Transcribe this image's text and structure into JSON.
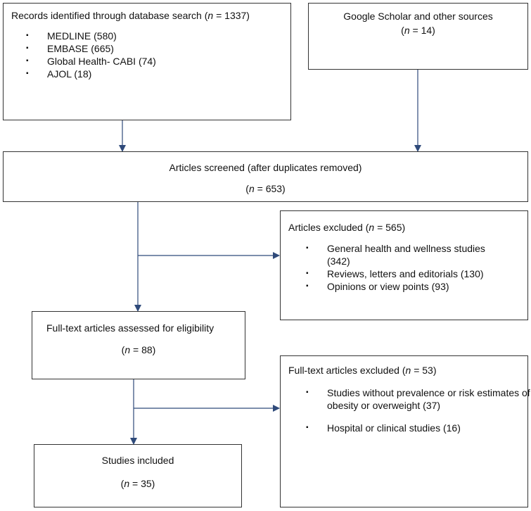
{
  "records_box": {
    "title_prefix": "Records identified through database search (",
    "n_symbol": "n",
    "title_suffix": " = 1337)",
    "items": [
      "MEDLINE (580)",
      "EMBASE (665)",
      "Global Health- CABI (74)",
      "AJOL (18)"
    ]
  },
  "other_sources_box": {
    "title": "Google Scholar and other sources",
    "n_symbol": "n",
    "count_text": " = 14)"
  },
  "screened_box": {
    "title": "Articles screened (after duplicates removed)",
    "n_symbol": "n",
    "count_text": " = 653)"
  },
  "excluded_box": {
    "title_prefix": "Articles excluded (",
    "n_symbol": "n",
    "title_suffix": " = 565)",
    "items": [
      "General health and wellness studies (342)",
      "Reviews, letters and editorials (130)",
      "Opinions or view points (93)"
    ]
  },
  "fulltext_box": {
    "title": "Full-text articles assessed for eligibility",
    "n_symbol": "n",
    "count_text": " = 88)"
  },
  "fulltext_excluded_box": {
    "title_prefix": "Full-text articles excluded (",
    "n_symbol": "n",
    "title_suffix": " = 53)",
    "items": [
      "Studies without prevalence or risk estimates of obesity or overweight (37)",
      "Hospital or clinical studies (16)"
    ]
  },
  "included_box": {
    "title": "Studies included",
    "n_symbol": "n",
    "count_text": " = 35)"
  },
  "colors": {
    "arrow": "#2f4a7a",
    "border": "#333333",
    "text": "#111111"
  }
}
